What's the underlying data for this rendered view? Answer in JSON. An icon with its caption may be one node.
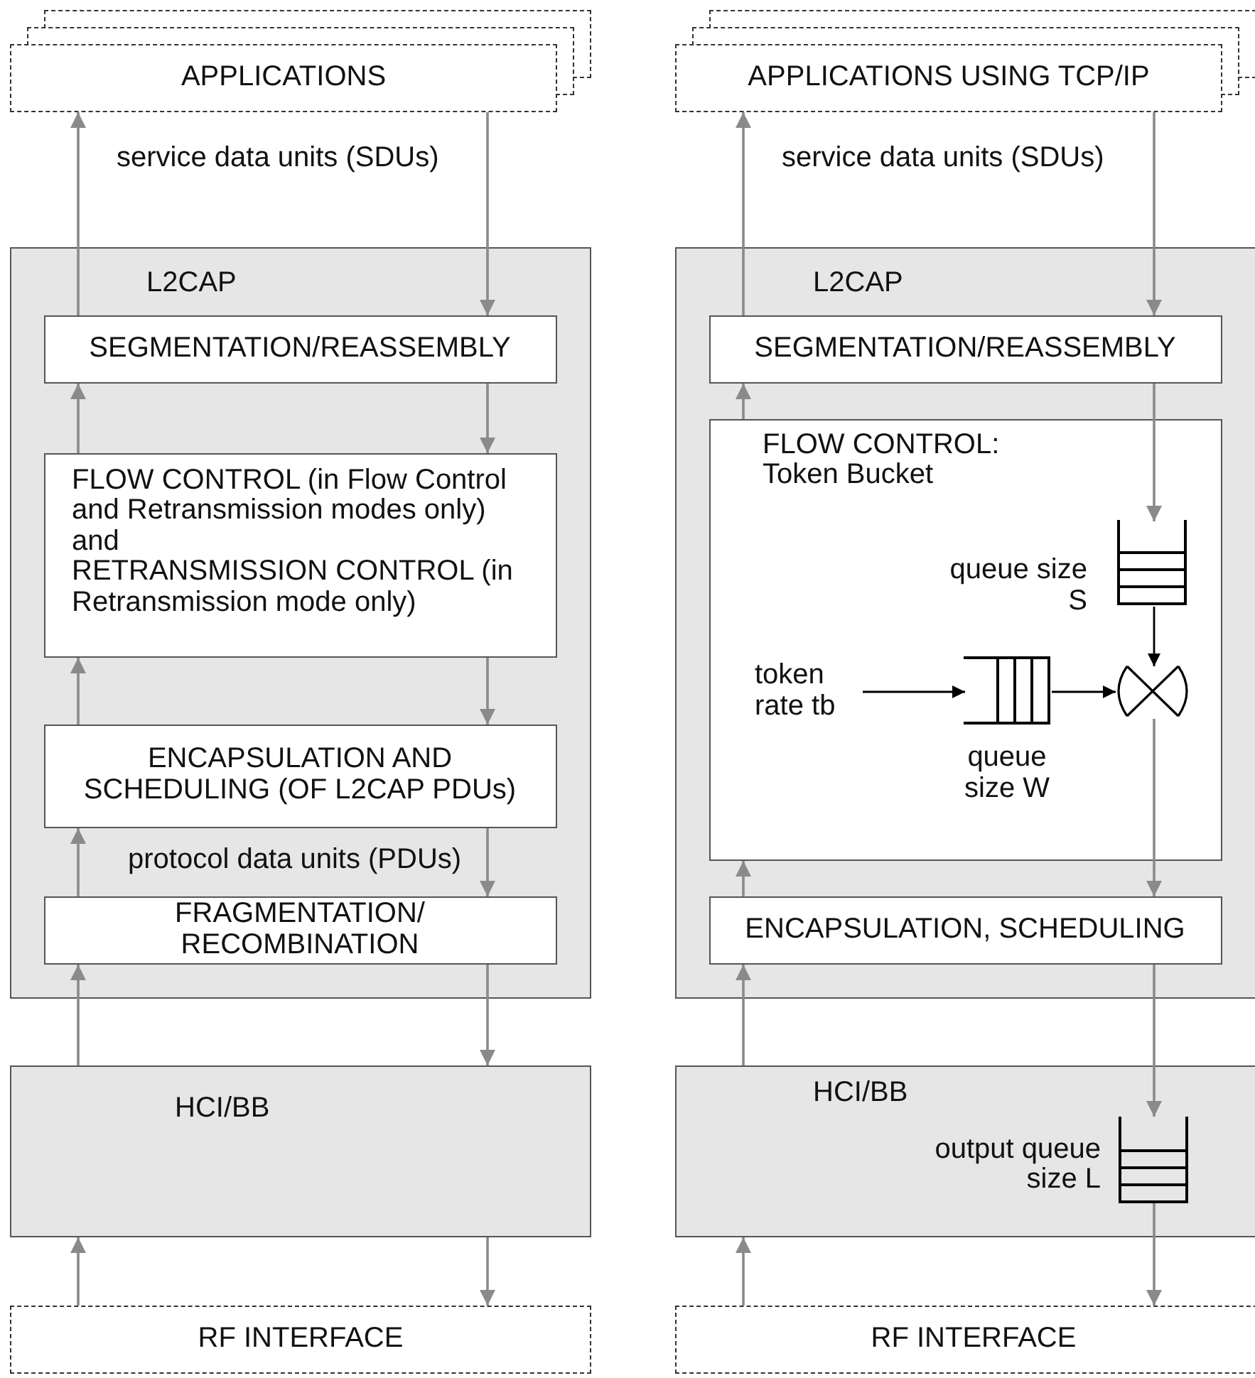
{
  "diagram": {
    "nodes": [
      {
        "text": [
          "APPLICATIONS"
        ]
      },
      {
        "text": [
          "L2CAP"
        ]
      },
      {
        "text": [
          "SEGMENTATION/REASSEMBLY"
        ],
        "in": 1
      },
      {
        "text": [
          "FLOW CONTROL (in Flow Control and Retransmission modes only)",
          "and",
          "RETRANSMISSION CONTROL (in Retransmission mode only)"
        ],
        "in": 1
      },
      {
        "text": [
          "ENCAPSULATION AND SCHEDULING (OF L2CAP PDUs)"
        ],
        "in": 1
      },
      {
        "text": [
          "FRAGMENTATION/ RECOMBINATION"
        ],
        "in": 1
      },
      {
        "text": [
          "HCI/BB"
        ]
      },
      {
        "text": [
          "RF INTERFACE"
        ]
      },
      {
        "text": [
          "APPLICATIONS USING TCP/IP"
        ]
      },
      {
        "text": [
          "L2CAP"
        ]
      },
      {
        "text": [
          "SEGMENTATION/REASSEMBLY"
        ],
        "in": 9
      },
      {
        "text": [
          "FLOW CONTROL:",
          "Token Bucket"
        ],
        "in": 9
      },
      {
        "text": [],
        "shape": "queue",
        "in": 11,
        "beside": [
          "queue size S"
        ]
      },
      {
        "text": [],
        "shape": "cross",
        "in": 11
      },
      {
        "text": [],
        "shape": "queue",
        "in": 11,
        "beside": [
          "queue size W"
        ]
      },
      {
        "text": [
          "token rate tb"
        ],
        "in": 11
      },
      {
        "text": [
          "ENCAPSULATION, SCHEDULING"
        ],
        "in": 9
      },
      {
        "text": [
          "HCI/BB"
        ]
      },
      {
        "text": [],
        "shape": "queue",
        "in": 17,
        "beside": [
          "output queue size L"
        ]
      },
      {
        "text": [
          "RF INTERFACE"
        ]
      }
    ],
    "edges": [
      {
        "from": 0,
        "to": 2,
        "arrow": "to"
      },
      {
        "from": 2,
        "to": 0,
        "arrow": "to"
      },
      {
        "from": 2,
        "to": 3,
        "arrow": "to"
      },
      {
        "from": 3,
        "to": 2,
        "arrow": "to"
      },
      {
        "from": 3,
        "to": 4,
        "arrow": "to"
      },
      {
        "from": 4,
        "to": 3,
        "arrow": "to"
      },
      {
        "from": 4,
        "to": 5,
        "arrow": "to"
      },
      {
        "from": 5,
        "to": 4,
        "arrow": "to"
      },
      {
        "from": 5,
        "to": 6,
        "arrow": "to"
      },
      {
        "from": 6,
        "to": 5,
        "arrow": "to"
      },
      {
        "from": 6,
        "to": 7,
        "arrow": "to"
      },
      {
        "from": 7,
        "to": 6,
        "arrow": "to"
      },
      {
        "from": 8,
        "to": 10,
        "arrow": "to"
      },
      {
        "from": 10,
        "to": 8,
        "arrow": "to"
      },
      {
        "from": 10,
        "to": 12,
        "arrow": "to"
      },
      {
        "from": 11,
        "to": 10,
        "arrow": "to"
      },
      {
        "from": 12,
        "to": 13,
        "arrow": "to",
        "color": "#000000"
      },
      {
        "from": 15,
        "to": 14,
        "arrow": "to",
        "color": "#000000"
      },
      {
        "from": 14,
        "to": 13,
        "arrow": "to",
        "color": "#000000"
      },
      {
        "from": 13,
        "to": 16,
        "arrow": "to"
      },
      {
        "from": 16,
        "to": 11,
        "arrow": "to"
      },
      {
        "from": 16,
        "to": 18,
        "arrow": "to"
      },
      {
        "from": 18,
        "to": 19,
        "arrow": "to"
      },
      {
        "from": 19,
        "to": 17,
        "arrow": "to"
      },
      {
        "from": 17,
        "to": 16,
        "arrow": "to"
      }
    ],
    "labels": [
      "service data units (SDUs)",
      "service data units (SDUs)",
      "protocol data units (PDUs)"
    ]
  }
}
